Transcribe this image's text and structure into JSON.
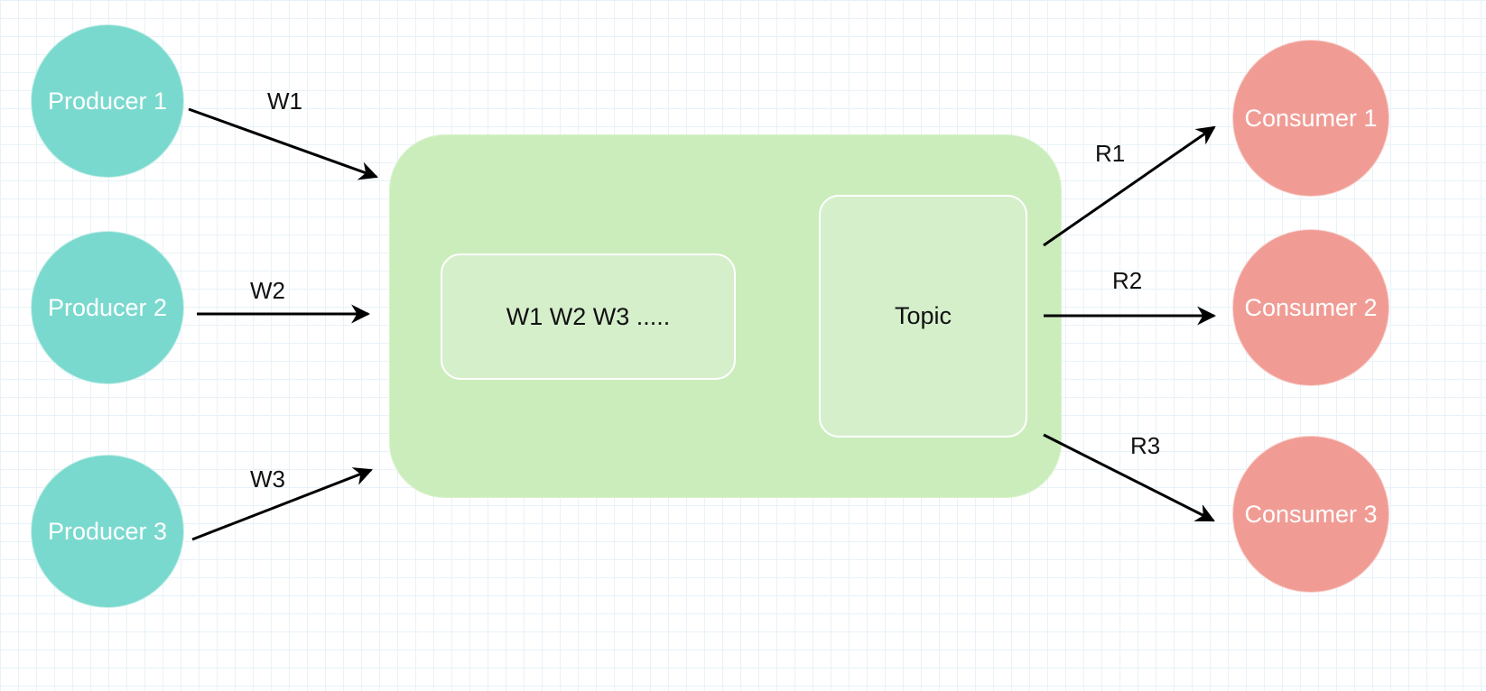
{
  "producers": [
    {
      "label": "Producer 1"
    },
    {
      "label": "Producer 2"
    },
    {
      "label": "Producer 3"
    }
  ],
  "consumers": [
    {
      "label": "Consumer 1"
    },
    {
      "label": "Consumer 2"
    },
    {
      "label": "Consumer 3"
    }
  ],
  "broker": {
    "queue_label": "W1 W2 W3 .....",
    "topic_label": "Topic"
  },
  "writes": [
    {
      "label": "W1"
    },
    {
      "label": "W2"
    },
    {
      "label": "W3"
    }
  ],
  "reads": [
    {
      "label": "R1"
    },
    {
      "label": "R2"
    },
    {
      "label": "R3"
    }
  ],
  "colors": {
    "producer": "#7ad9cf",
    "consumer": "#f09c95",
    "broker": "#cbedbc",
    "inner_box": "#d5efcb",
    "arrow": "#000000"
  }
}
